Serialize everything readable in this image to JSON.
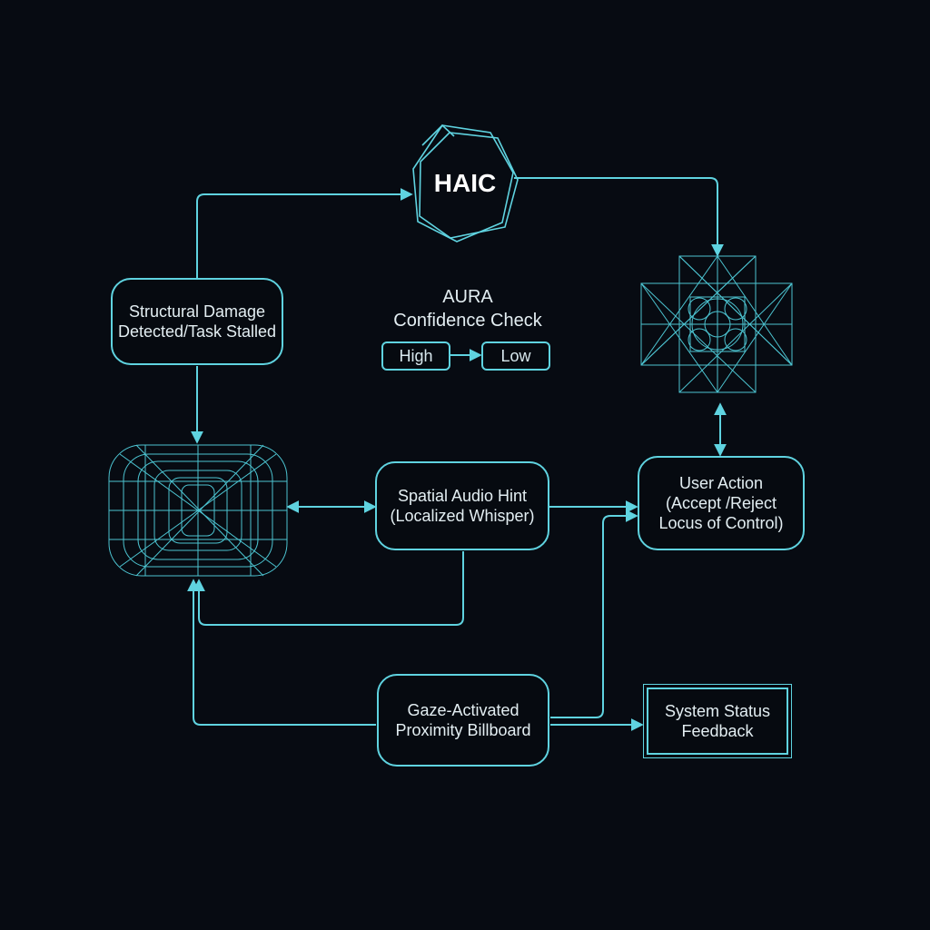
{
  "haic": {
    "label": "HAIC"
  },
  "aura": {
    "title_line1": "AURA",
    "title_line2": "Confidence Check",
    "high": "High",
    "low": "Low"
  },
  "nodes": {
    "structural_damage": {
      "line1": "Structural Damage",
      "line2": "Detected/Task Stalled"
    },
    "spatial_audio": {
      "line1": "Spatial Audio Hint",
      "line2": "(Localized Whisper)"
    },
    "user_action": {
      "line1": "User Action",
      "line2": "(Accept /Reject",
      "line3": "Locus of Control)"
    },
    "gaze_billboard": {
      "line1": "Gaze-Activated",
      "line2": "Proximity Billboard"
    },
    "system_status": {
      "line1": "System Status",
      "line2": "Feedback"
    }
  },
  "colors": {
    "accent": "#5fd3e0",
    "background": "#070b12",
    "text": "#e3eef2"
  },
  "icons": [
    "wireframe-cube-icon",
    "wireframe-lattice-icon",
    "wireframe-polyhedron-icon"
  ]
}
